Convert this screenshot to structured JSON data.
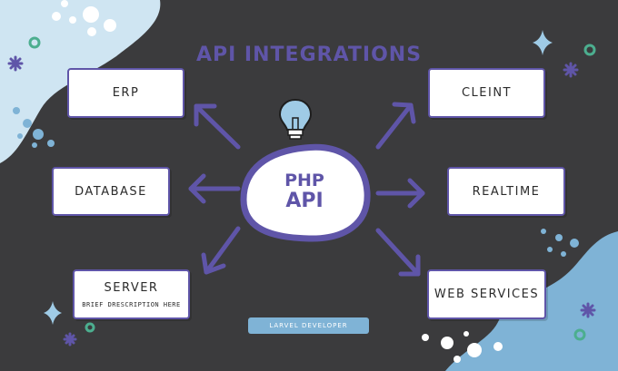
{
  "title": "API INTEGRATIONS",
  "center": {
    "line1": "PHP",
    "line2": "API"
  },
  "nodes": {
    "erp": {
      "label": "ERP"
    },
    "database": {
      "label": "DATABASE"
    },
    "server": {
      "label": "SERVER",
      "sub": "BRIEF DRESCRIPTION HERE"
    },
    "client": {
      "label": "CLEINT"
    },
    "realtime": {
      "label": "REALTIME"
    },
    "web_services": {
      "label": "WEB SERVICES"
    }
  },
  "footer": {
    "label": "LARVEL DEVELOPER"
  },
  "colors": {
    "background": "#3b3b3d",
    "accent": "#5f55a8",
    "blob": "#cfe5f2",
    "blob_dark": "#7fb3d6",
    "dot_green": "#4cae8f",
    "white": "#ffffff"
  }
}
